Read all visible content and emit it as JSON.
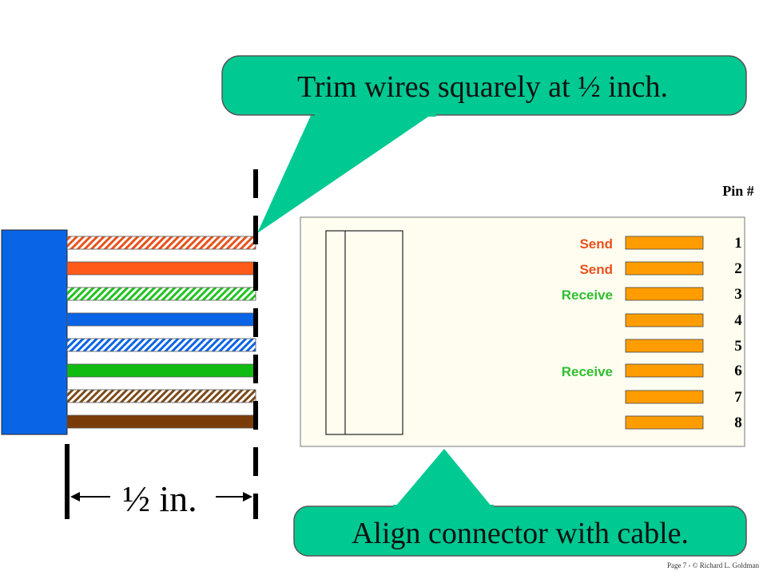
{
  "callout_top": {
    "text": "Trim wires squarely at ½ inch."
  },
  "callout_bottom": {
    "text": "Align connector with cable."
  },
  "measurement": {
    "label": "½ in."
  },
  "pin_header": "Pin #",
  "pins": [
    {
      "number": "1",
      "label": "Send",
      "label_color": "#e8521c"
    },
    {
      "number": "2",
      "label": "Send",
      "label_color": "#e8521c"
    },
    {
      "number": "3",
      "label": "Receive",
      "label_color": "#2fbf2f"
    },
    {
      "number": "4",
      "label": "",
      "label_color": ""
    },
    {
      "number": "5",
      "label": "",
      "label_color": ""
    },
    {
      "number": "6",
      "label": "Receive",
      "label_color": "#2fbf2f"
    },
    {
      "number": "7",
      "label": "",
      "label_color": ""
    },
    {
      "number": "8",
      "label": "",
      "label_color": ""
    }
  ],
  "wires": [
    {
      "color": "#e8521c",
      "striped": true
    },
    {
      "color": "#ff5a1a",
      "striped": false
    },
    {
      "color": "#22c322",
      "striped": true
    },
    {
      "color": "#0a64e6",
      "striped": false
    },
    {
      "color": "#0a64e6",
      "striped": true
    },
    {
      "color": "#11bb11",
      "striped": false
    },
    {
      "color": "#7a4a1a",
      "striped": true
    },
    {
      "color": "#7a3d0a",
      "striped": false
    }
  ],
  "colors": {
    "callout_fill": "#00c992",
    "cable_jacket": "#0a64e6",
    "connector_body": "#fefdf0",
    "pin_contact": "#ff9d00"
  },
  "footer": {
    "credit": "Page 7 - © Richard L. Goldman"
  }
}
